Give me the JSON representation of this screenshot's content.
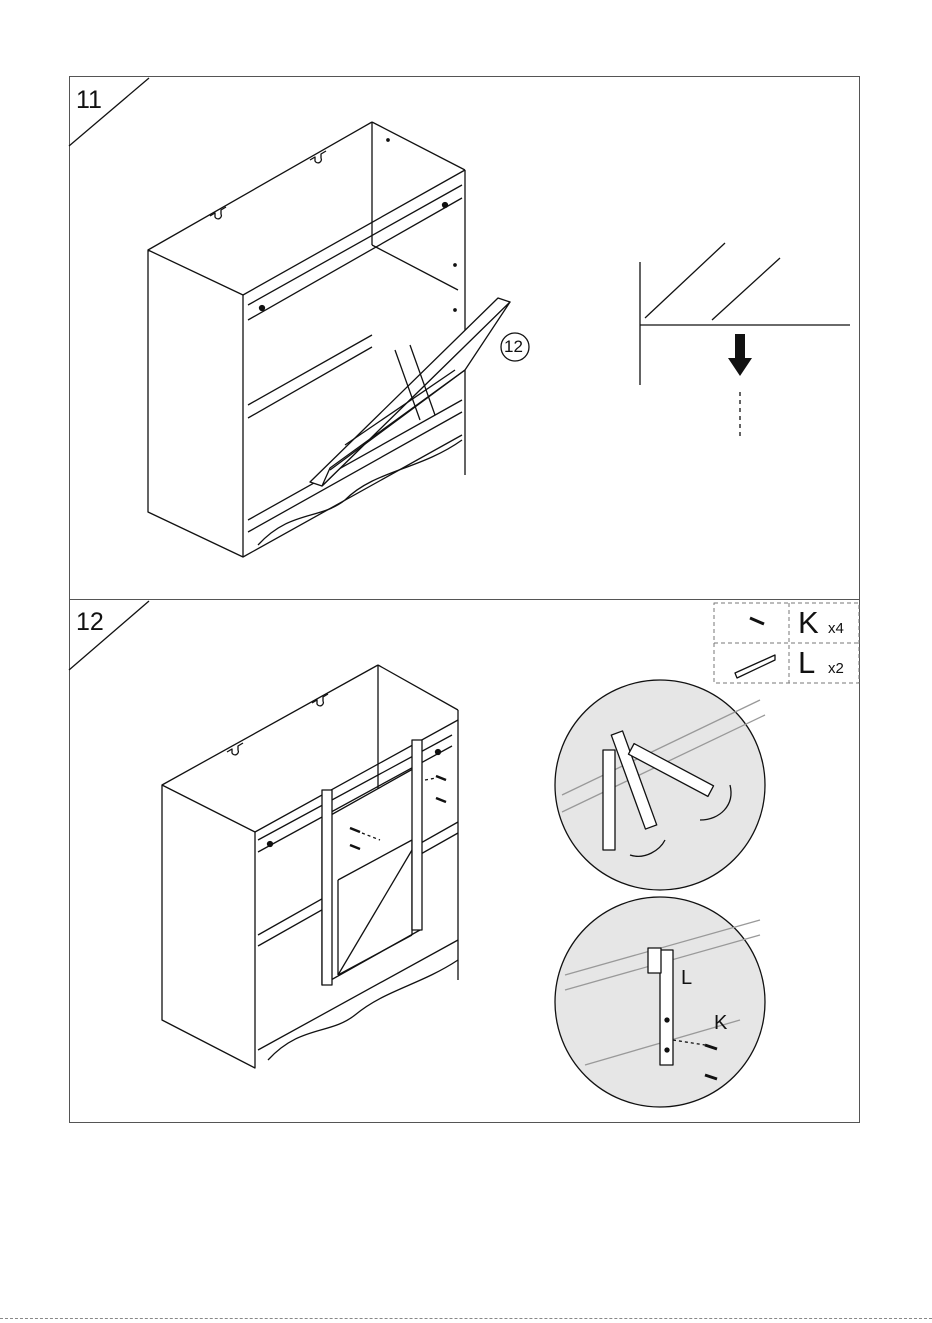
{
  "steps": [
    {
      "number": "11",
      "part_ref": "12"
    },
    {
      "number": "12"
    }
  ],
  "hardware": [
    {
      "letter": "K",
      "count": "x4",
      "icon": "screw-icon"
    },
    {
      "letter": "L",
      "count": "x2",
      "icon": "hanger-bracket-icon"
    }
  ],
  "callout_labels": {
    "bracket": "L",
    "screw": "K"
  },
  "colors": {
    "line": "#111111",
    "callout_fill": "#e6e6e6"
  }
}
